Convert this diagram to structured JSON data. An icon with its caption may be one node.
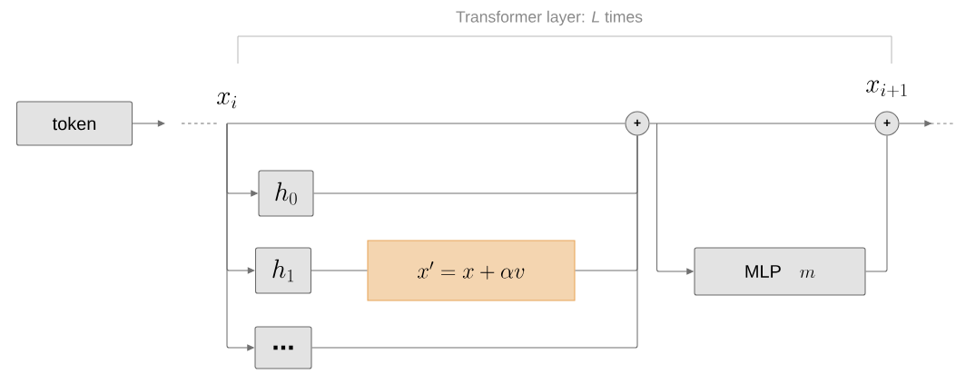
{
  "diagram": {
    "nodes": [
      {
        "text": [
          "token"
        ]
      },
      {
        "text": [
          "x_i"
        ]
      },
      {
        "text": [
          "h_0"
        ]
      },
      {
        "text": [
          "h_1"
        ]
      },
      {
        "text": [
          "x' = x + \\alpha v"
        ]
      },
      {
        "text": [
          "..."
        ]
      },
      {
        "text": [
          "+"
        ]
      },
      {
        "text": [
          "MLP",
          "m"
        ]
      },
      {
        "text": [
          "+"
        ],
        "beside": [
          "x_{i+1}"
        ]
      }
    ],
    "edges": [
      {
        "from": 0,
        "to": null,
        "arrow": "to"
      },
      {
        "from": 1,
        "to": 6,
        "arrow": "none"
      },
      {
        "from": 1,
        "to": 2,
        "arrow": "to"
      },
      {
        "from": 1,
        "to": 3,
        "arrow": "to"
      },
      {
        "from": 1,
        "to": 5,
        "arrow": "to"
      },
      {
        "from": 2,
        "to": 6,
        "arrow": "none"
      },
      {
        "from": 3,
        "to": 4,
        "arrow": "none"
      },
      {
        "from": 4,
        "to": 6,
        "arrow": "none"
      },
      {
        "from": 5,
        "to": 6,
        "arrow": "none"
      },
      {
        "from": 6,
        "to": 8,
        "arrow": "none"
      },
      {
        "from": 6,
        "to": 7,
        "arrow": "to"
      },
      {
        "from": 7,
        "to": 8,
        "arrow": "none"
      },
      {
        "from": 8,
        "to": null,
        "arrow": "to"
      }
    ],
    "labels": [
      "Transformer layer: *L* times"
    ]
  }
}
